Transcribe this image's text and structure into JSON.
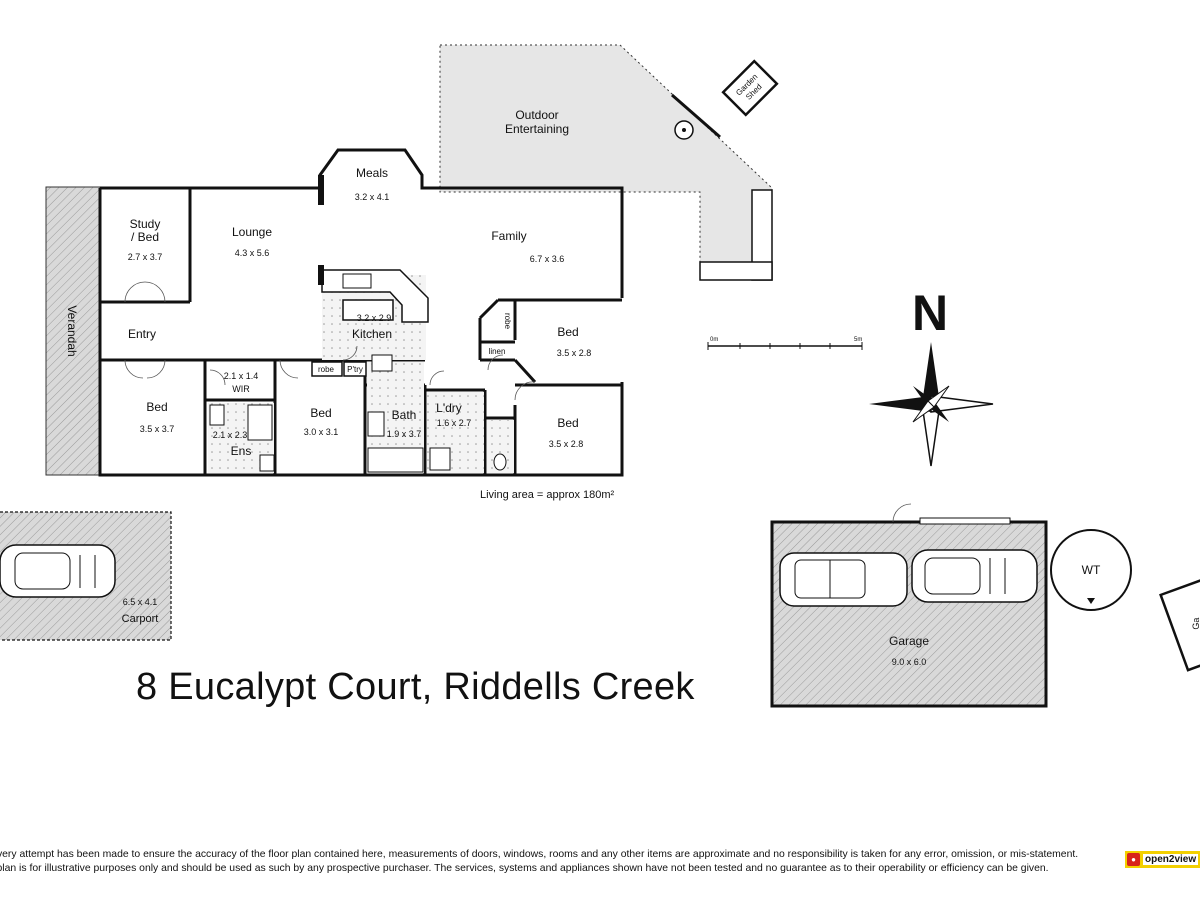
{
  "address": "8 Eucalypt Court, Riddells Creek",
  "living_area": "Living area = approx 180m²",
  "compass_label": "N",
  "scale": {
    "start": "0m",
    "end": "5m"
  },
  "rooms": {
    "verandah": "Verandah",
    "study": {
      "name_line1": "Study",
      "name_line2": "/ Bed",
      "dims": "2.7 x 3.7"
    },
    "lounge": {
      "name": "Lounge",
      "dims": "4.3 x 5.6"
    },
    "meals": {
      "name": "Meals",
      "dims": "3.2 x 4.1"
    },
    "family": {
      "name": "Family",
      "dims": "6.7 x 3.6"
    },
    "outdoor": {
      "line1": "Outdoor",
      "line2": "Entertaining"
    },
    "garden_shed": {
      "line1": "Garden",
      "line2": "Shed"
    },
    "entry": "Entry",
    "kitchen": {
      "name": "Kitchen",
      "dims": "3.2 x 2.9"
    },
    "robe": "robe",
    "pantry": "P'try",
    "bed1": {
      "name": "Bed",
      "dims": "3.5 x 3.7"
    },
    "wir": {
      "dims": "2.1 x 1.4",
      "name": "WIR"
    },
    "ens": {
      "dims": "2.1 x 2.3",
      "name": "Ens"
    },
    "bed2": {
      "name": "Bed",
      "dims": "3.0 x 3.1"
    },
    "bath": {
      "name": "Bath",
      "dims": "1.9 x 3.7"
    },
    "laundry": {
      "name": "L'dry",
      "dims": "1.6 x 2.7"
    },
    "linen": "linen",
    "robe2": "robe",
    "bed3": {
      "name": "Bed",
      "dims": "3.5 x 2.8"
    },
    "bed4": {
      "name": "Bed",
      "dims": "3.5 x 2.8"
    },
    "carport": {
      "dims": "6.5 x 4.1",
      "name": "Carport"
    },
    "garage": {
      "name": "Garage",
      "dims": "9.0 x 6.0"
    },
    "water_tank": "WT",
    "partial_label": "Ga"
  },
  "disclaimer": {
    "line1": "Whilst every attempt has been made to ensure the accuracy of the floor plan contained here, measurements of doors, windows, rooms and any other items are approximate and no responsibility is taken for any error, omission, or mis-statement.",
    "line2": "This plan is for illustrative purposes only and should be used as such by any prospective purchaser. The services, systems and appliances shown have not been tested and no guarantee as to their operability or efficiency can be given."
  },
  "logo": {
    "text": "open2view"
  },
  "colors": {
    "wall": "#111111",
    "hatch_fill": "#d9d9d9",
    "outdoor_fill": "#e6e6e6",
    "logo_yellow": "#f3d000",
    "logo_red": "#d8231a"
  }
}
